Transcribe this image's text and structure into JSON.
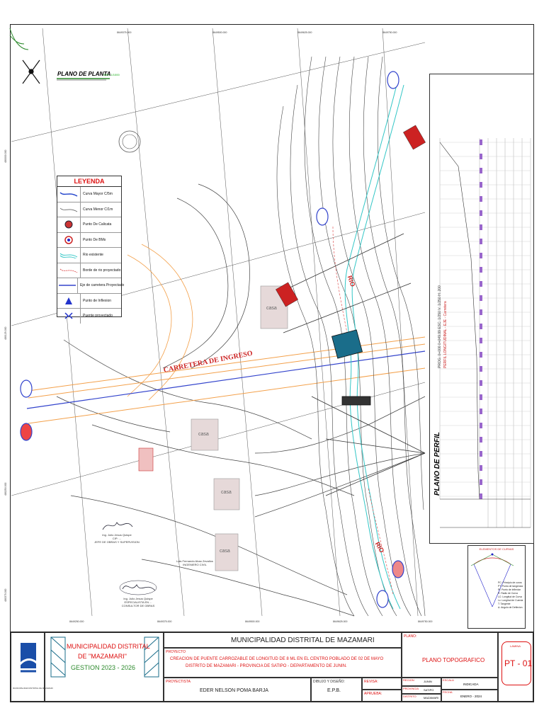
{
  "plan": {
    "title": "PLANO DE PLANTA",
    "scale": "ESC: 1/1000"
  },
  "grid_labels": {
    "top": [
      "8649375.000",
      "8649500.000",
      "8649625.000",
      "8649750.000"
    ],
    "bottom": [
      "8649250.000",
      "8649375.000",
      "8649500.000",
      "8649625.000",
      "8649750.000"
    ],
    "left": [
      "480000.000",
      "480125.000",
      "480250.000",
      "480375.000"
    ]
  },
  "legend": {
    "title": "LEYENDA",
    "items": [
      {
        "label": "Curva Mayor C/5m",
        "icon": "blue-contour-line-icon"
      },
      {
        "label": "Curva Menor C/1m",
        "icon": "gray-contour-line-icon"
      },
      {
        "label": "Punto De Calicata",
        "icon": "calicata-point-icon"
      },
      {
        "label": "Punto De BMs",
        "icon": "bm-point-icon"
      },
      {
        "label": "Rio existente",
        "icon": "river-line-icon"
      },
      {
        "label": "Borde de rio proyectado",
        "icon": "river-edge-line-icon"
      },
      {
        "label": "Eje de carretera Proyectado",
        "icon": "road-axis-line-icon"
      },
      {
        "label": "Punto de Inflexion",
        "icon": "inflection-point-icon"
      },
      {
        "label": "Puente proyectado",
        "icon": "bridge-icon"
      }
    ]
  },
  "map_labels": {
    "road": "CARRETERA DE INGRESO",
    "river_1": "RIO",
    "river_2": "RIO",
    "house": "casa"
  },
  "profile": {
    "title": "PLANO DE PERFIL",
    "subtitle": "PERFIL LONGITUDINAL - EJE - Carretera",
    "scale": "PROG: 0+000 0+049.99 ESC: 1/250 V: 1/250 H: 200"
  },
  "curve_elements": {
    "title": "ELEMENTOS DE CURVAS",
    "items": [
      "PC: Principio de curva",
      "PT: Punto de tangencia",
      "PI: Punto de Inflexion",
      "R: Radio de Curva",
      "LC: Longitud de Curva",
      "Lc: Longitud de Cuerda",
      "T: Tangente",
      "Δ: Angulo de Deflexion"
    ]
  },
  "signatures": [
    "Ing. Julio Jesus Quispe\nCIP: ...\nJEFE DE OBRAS Y SUPERVISION",
    "Ing. Julio Jesus Quispe\nESPECIALISTA EN ...\nCONSULTOR DE OBRAS",
    "Luis Fernando Abao Zevallos\nINGENIERO CIVIL"
  ],
  "title_block": {
    "municipality_left": "MUNICIPALIDAD DISTRITAL",
    "municipality_left_2": "DE \"MAZAMARI\"",
    "gestion": "GESTION 2023 - 2026",
    "logo_caption": "MUNICIPALIDAD DISTRITAL DE MAZAMARI",
    "header": "MUNICIPALIDAD DISTRITAL DE MAZAMARI",
    "proyecto_label": "PROYECTO",
    "proyecto_text_1": "CREACION DE PUENTE CARROZABLE DE LONGITUD DE 8 ML EN EL CENTRO POBLADO DE 02 DE MAYO",
    "proyecto_text_2": "DISTRITO DE MAZAMARI - PROVINCIA DE SATIPO - DEPARTAMENTO DE JUNIN.",
    "proyectista_label": "PROYECTISTA",
    "proyectista": "EDER NELSON POMA BARJA",
    "dibujo_label": "DIBUJO Y DISEÑO:",
    "dibujo": "E.P.B.",
    "revisa_label": "REVISA:",
    "aprueba_label": "APRUEBA:",
    "plano_label": "PLANO:",
    "plano": "PLANO TOPOGRAFICO",
    "region_label": "REGION",
    "region": "JUNIN",
    "provincia_label": "PROVINCIA",
    "provincia": "SATIPO",
    "distrito_label": "DISTRITO",
    "distrito": "MAZAMARI",
    "escala_label": "ESCALA",
    "escala": "INDICADA",
    "fecha_label": "FECHA",
    "fecha": "ENERO - 2024",
    "lamina_label": "LAMINA",
    "lamina": "PT - 01"
  },
  "colors": {
    "accent_green": "#2d8a2d",
    "accent_red": "#d11111",
    "road_orange": "#f3a04a",
    "axis_blue": "#3344cc",
    "river_cyan": "#33c6c6"
  }
}
